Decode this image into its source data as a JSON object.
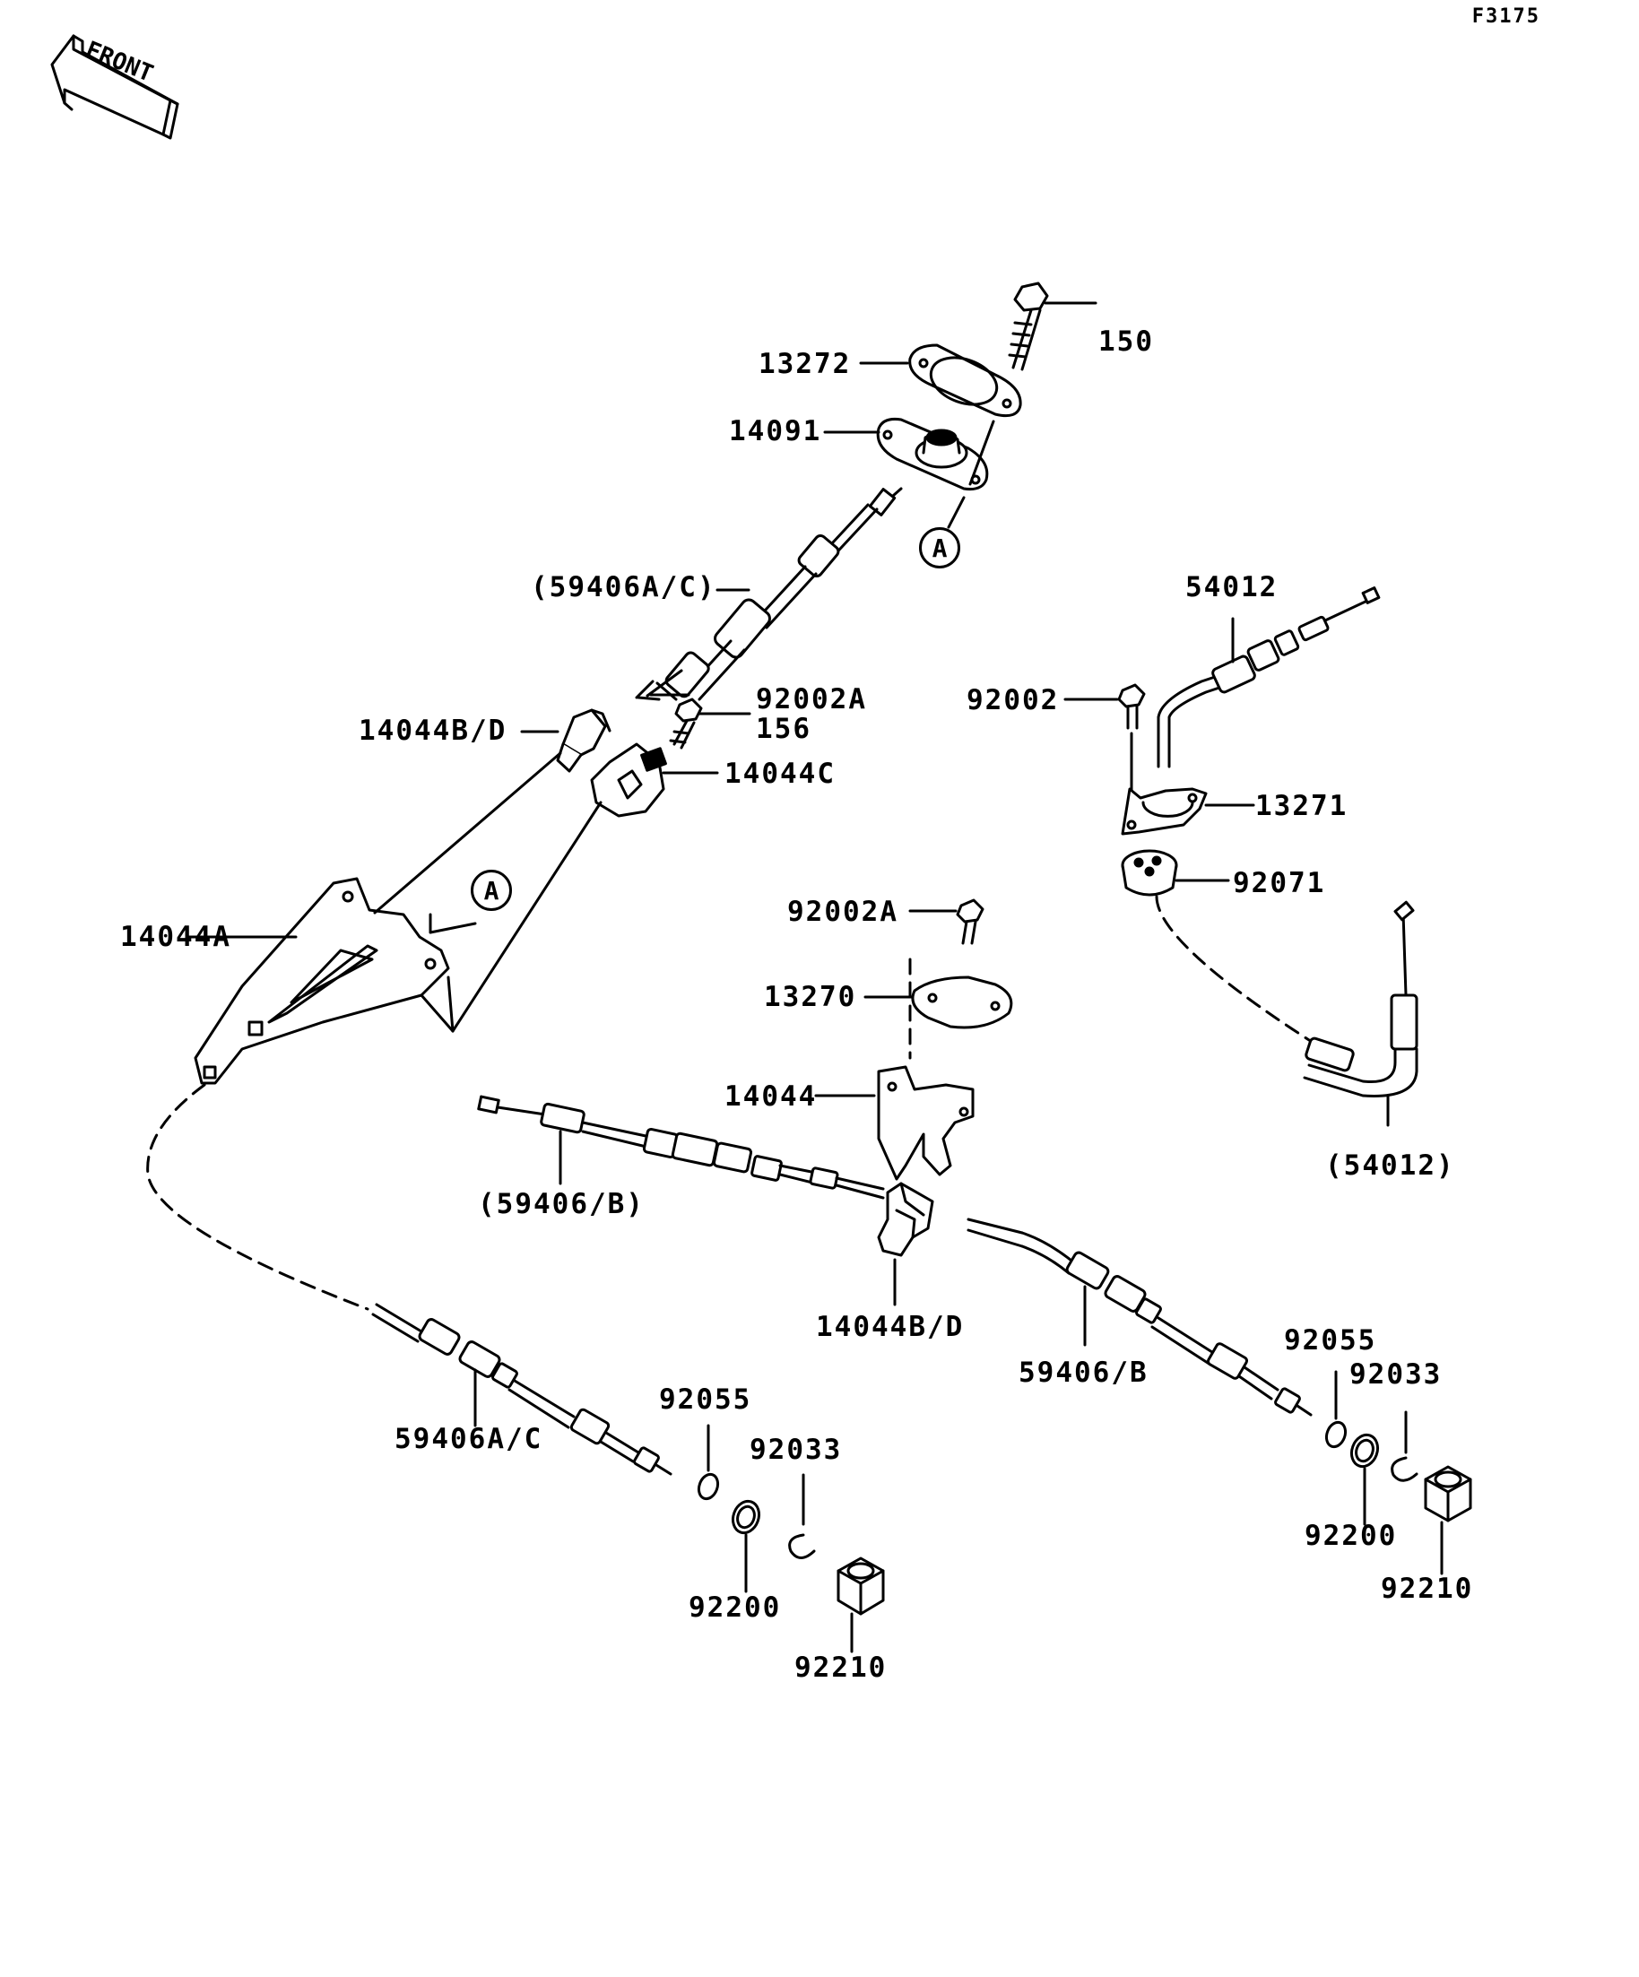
{
  "figure_id": "F3175",
  "front_label": "FRONT",
  "ref_marker": "A",
  "labels": {
    "p150": "150",
    "p13272": "13272",
    "p14091": "14091",
    "p59406ac_paren": "(59406A/C)",
    "p54012": "54012",
    "p92002a_top": "92002A",
    "p156": "156",
    "p14044bd_top": "14044B/D",
    "p14044c": "14044C",
    "p92002": "92002",
    "p13271": "13271",
    "p92071": "92071",
    "p14044a": "14044A",
    "p92002a_mid": "92002A",
    "p13270": "13270",
    "p14044": "14044",
    "p54012_paren": "(54012)",
    "p59406b_paren": "(59406/B)",
    "p14044bd_bottom": "14044B/D",
    "p59406b": "59406/B",
    "p92055_right": "92055",
    "p92033_right": "92033",
    "p92055_left": "92055",
    "p59406ac": "59406A/C",
    "p92033_left": "92033",
    "p92200_right": "92200",
    "p92210_right": "92210",
    "p92200_left": "92200",
    "p92210_left": "92210"
  }
}
